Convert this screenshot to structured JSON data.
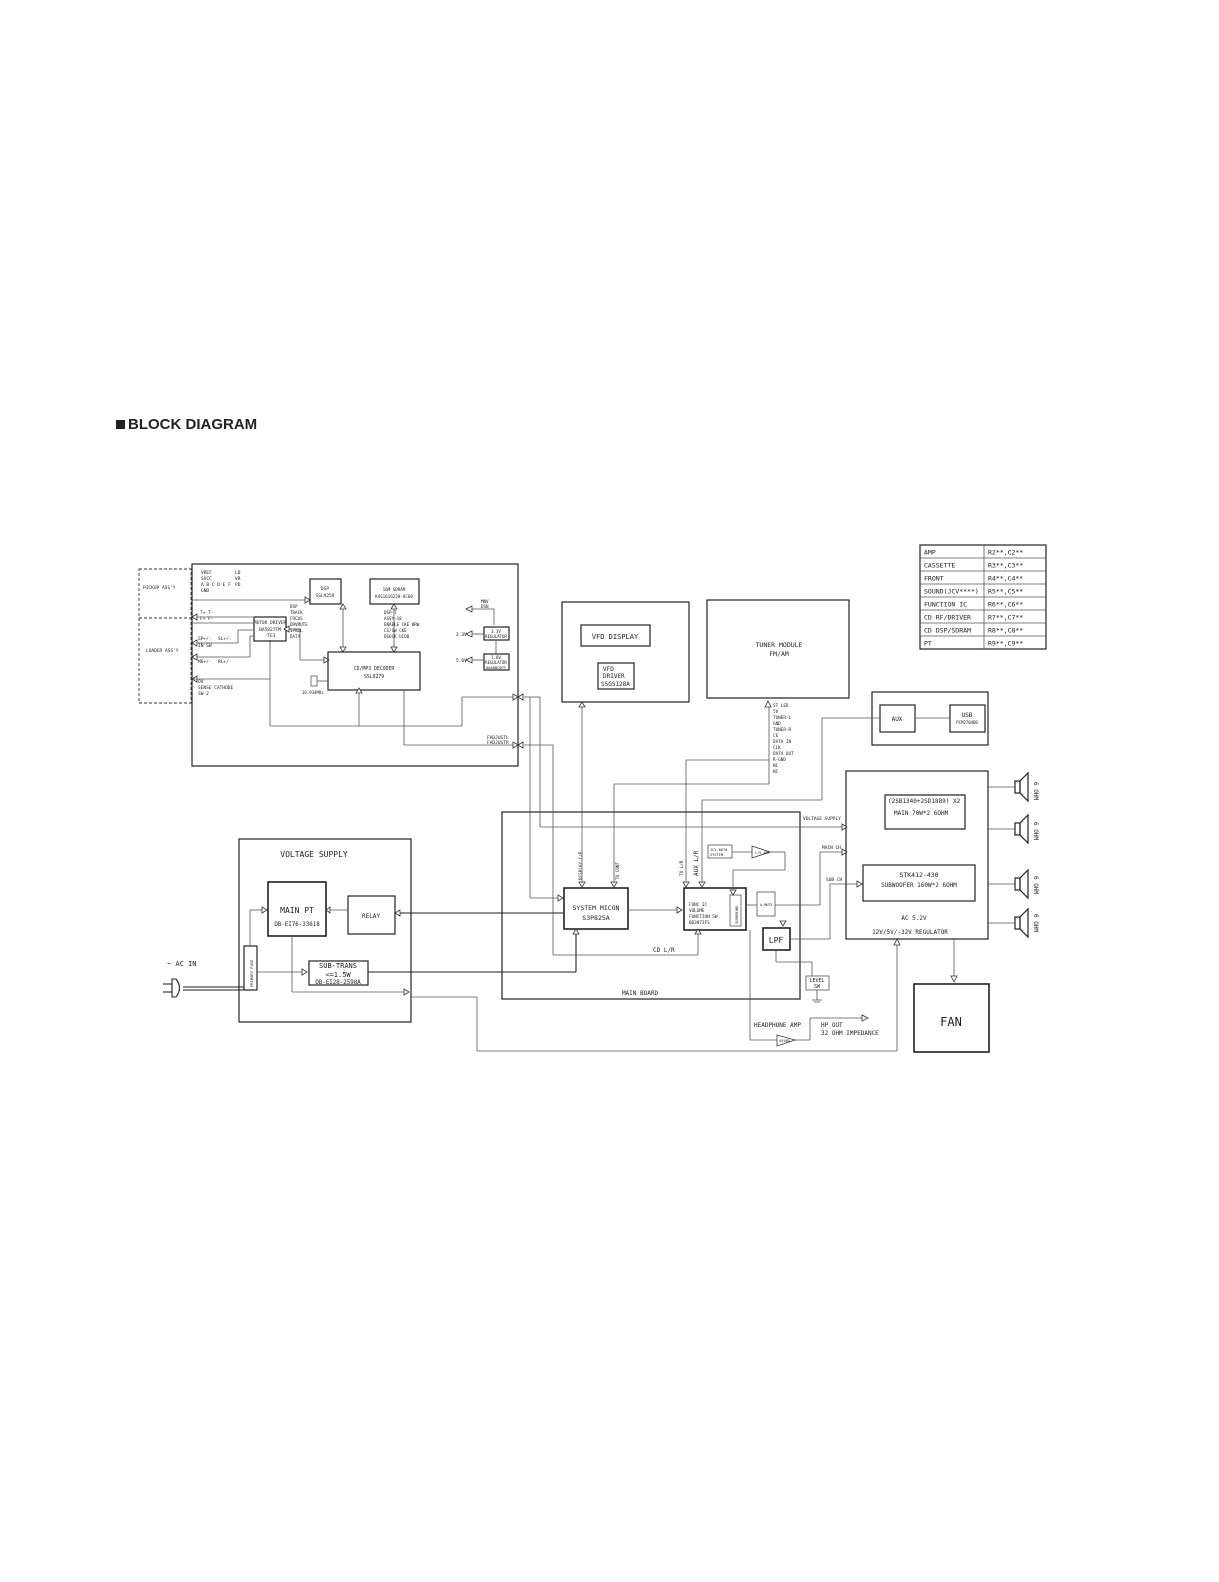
{
  "page": {
    "heading": "BLOCK DIAGRAM"
  },
  "legend": [
    [
      "AMP",
      "R2**,C2**"
    ],
    [
      "CASSETTE",
      "R3**,C3**"
    ],
    [
      "FRONT",
      "R4**,C4**"
    ],
    [
      "SOUND(JCV****)",
      "R5**,C5**"
    ],
    [
      "FUNCTION IC",
      "R6**,C6**"
    ],
    [
      "CD RF/DRIVER",
      "R7**,C7**"
    ],
    [
      "CD DSP/SDRAM",
      "R8**,C8**"
    ],
    [
      "PT",
      "R9**,C9**"
    ]
  ],
  "cd_board": {
    "pickup": "PICKUP ASS'Y",
    "loader": "LOADER ASS'Y",
    "pins": [
      "VREF",
      "SVCC",
      "A B C D E F",
      "GND",
      "LD",
      "VR",
      "PD"
    ],
    "pins_left": [
      "T+ T-",
      "F+ F-",
      "SP+/-",
      "SL+/-",
      "IN SW",
      "MO+/-",
      "RL+/-",
      "OV",
      "SENSE CATHODE",
      "SW-2"
    ],
    "dsp": [
      "DSP",
      "SSL9259"
    ],
    "sdram": [
      "16M SDRAM",
      "K4S161622H-UC60"
    ],
    "sdram_notes": [
      "DSP",
      "TRACK",
      "FOCUS",
      "DRVMUTE",
      "SPNDL",
      "DATA"
    ],
    "notes": [
      "DSP-T",
      "ASSY-18",
      "ENABLE CKE BRW",
      "CS/SW CKE",
      "DSOCK UCDB"
    ],
    "driver": [
      "MOTOR DRIVER",
      "BA5827FM",
      "-TE3"
    ],
    "decoder": [
      "CD/MP3 DECODER",
      "SSL9279"
    ],
    "xtal": "16.934MHz",
    "reg33": [
      "3.3V",
      "REGULATOR"
    ],
    "reg18": [
      "1.8V",
      "REGULATOR",
      "BA00BC0FP"
    ],
    "mnv": [
      "MNV",
      "DSN"
    ],
    "v33": "3.3V",
    "v5": "5.0V",
    "fadjust": [
      "FADJUSTL",
      "FADJUSTR"
    ]
  },
  "vfd": {
    "display": "VFD DISPLAY",
    "driver": [
      "VFD",
      "DRIVER",
      "S5GS128A"
    ]
  },
  "tuner": {
    "title": [
      "TUNER MODULE",
      "FM/AM"
    ],
    "pins": [
      "ST LED",
      "5V",
      "TUNER-L",
      "GND",
      "TUNER-R",
      "CE",
      "DATA IN",
      "CLK",
      "DATA OUT",
      "R-GND",
      "NC",
      "NC"
    ]
  },
  "aux": {
    "aux": "AUX",
    "usb": [
      "USB",
      "PCM2704DB"
    ]
  },
  "amp": {
    "pair": "(2SB1340+2SD1889) X2",
    "main": "MAIN 70W*2 6OHM",
    "ic": "STK412-430",
    "sub": "SUBWOOFER 160W*2 6OHM",
    "ac": "AC 5.2V",
    "reg": "12V/5V/-32V REGULATOR",
    "voltage_supply": "VOLTAGE SUPPLY",
    "main_ch": "MAIN CH",
    "sub_ch": "SUB CH"
  },
  "speakers": [
    "6 OHM",
    "6 OHM",
    "6 OHM",
    "6 OHM"
  ],
  "main_board": {
    "title": "MAIN  BOARD",
    "micon": [
      "SYSTEM MICON",
      "S3P825A"
    ],
    "func": [
      "FUNC IC",
      "VOLUME",
      "FUNCTION SW",
      "BD3873FS"
    ],
    "surround": "SURROUND",
    "jcv": [
      "JCV-8670",
      "SYSTEM"
    ],
    "mute": "A-MUTE",
    "lpf": "LPF",
    "level": [
      "LEVEL",
      "SW"
    ],
    "cd_lr": "CD L/R",
    "aux_lr": "AUX L/R",
    "tu_lr": "TU L/R",
    "display_ctrl": "DISPLAY C/P",
    "tu_cont": "TU CONT",
    "ls_amp": "L/S AMP"
  },
  "voltage_supply": {
    "title": "VOLTAGE SUPPLY",
    "main_pt": [
      "MAIN PT",
      "DB-EI76-33618"
    ],
    "relay": "RELAY",
    "fuse": "PRIMARY FUSE",
    "sub_trans": [
      "SUB-TRANS",
      "<=1.5W",
      "DB-EI28-2598A"
    ],
    "ac_in": "~ AC IN"
  },
  "headphone": {
    "amp": "HEADPHONE AMP",
    "out": [
      "HP OUT",
      "32 OHM IMPEDANCE"
    ],
    "ic": "4558D"
  },
  "fan": "FAN"
}
